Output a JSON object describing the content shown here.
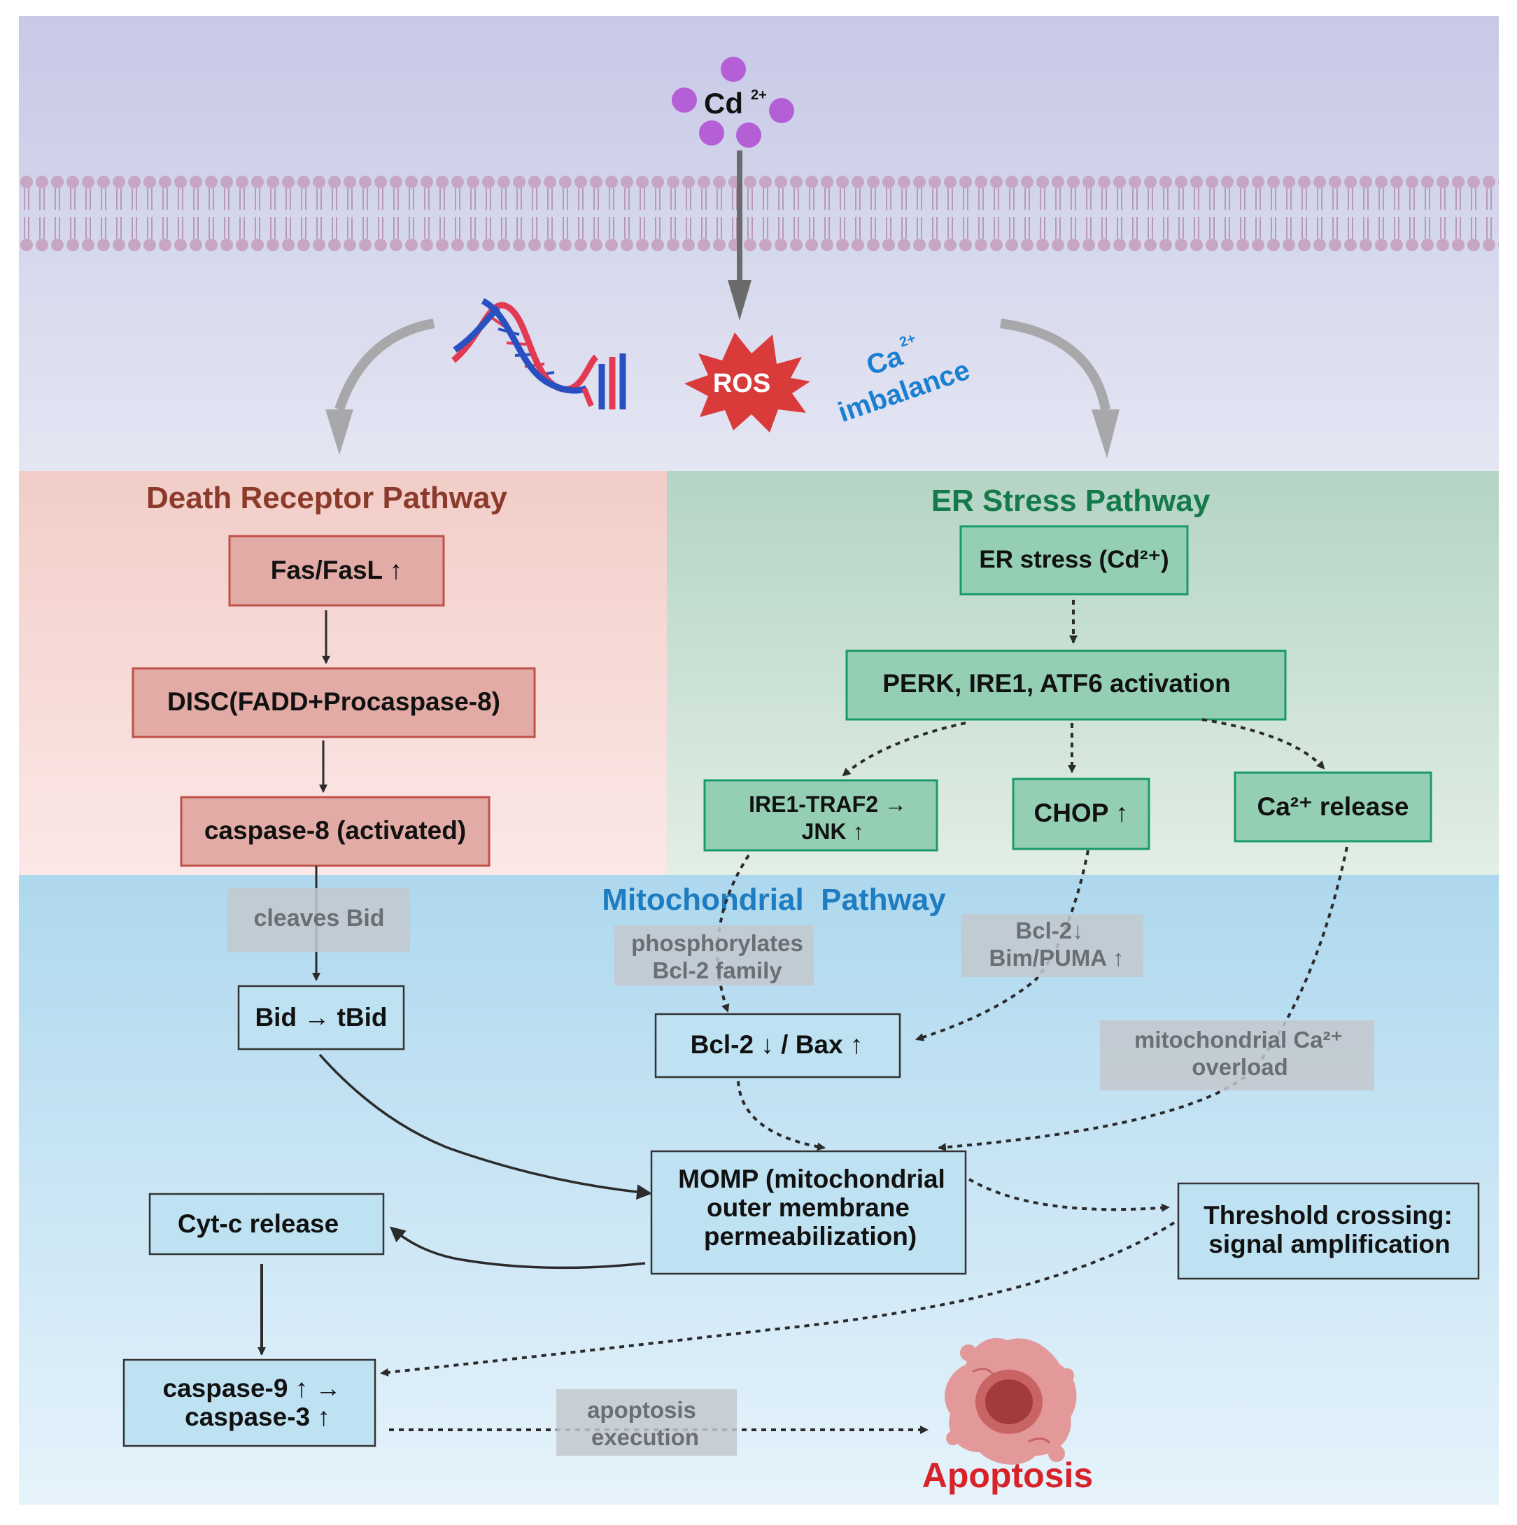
{
  "extracellular": {
    "cd_label": "Cd",
    "cd_sup": "2+",
    "ros_label": "ROS",
    "ca_label": "Ca",
    "ca_sup": "2+",
    "imbalance_label": "imbalance"
  },
  "death_receptor": {
    "title": "Death Receptor Pathway",
    "fas": "Fas/FasL ↑",
    "disc": "DISC(FADD+Procaspase-8)",
    "caspase8": "caspase-8 (activated)"
  },
  "er_stress": {
    "title": "ER Stress Pathway",
    "er_stress_box": "ER stress (Cd²⁺)",
    "activation": "PERK, IRE1, ATF6 activation",
    "ire1_line1": "IRE1-TRAF2 →",
    "ire1_line2": "JNK ↑",
    "chop": "CHOP ↑",
    "ca_release": "Ca²⁺ release"
  },
  "mitochondrial": {
    "title": "Mitochondrial  Pathway",
    "cleaves_bid": "cleaves Bid",
    "bid_tbid": "Bid → tBid",
    "phos_line1": "phosphorylates",
    "phos_line2": "Bcl-2 family",
    "bcl2_line1": "Bcl-2↓",
    "bcl2_line2": "Bim/PUMA ↑",
    "bcl2_bax": "Bcl-2 ↓ / Bax ↑",
    "mito_ca_line1": "mitochondrial Ca²⁺",
    "mito_ca_line2": "overload",
    "momp_line1": "MOMP (mitochondrial",
    "momp_line2": "outer membrane",
    "momp_line3": "permeabilization)",
    "cytc": "Cyt-c release",
    "threshold_line1": "Threshold crossing:",
    "threshold_line2": "signal amplification",
    "casp9_line1": "caspase-9 ↑ →",
    "casp9_line2": "caspase-3 ↑",
    "exec_line1": "apoptosis",
    "exec_line2": "execution",
    "apoptosis": "Apoptosis"
  },
  "colors": {
    "death_title": "#8b3a2b",
    "er_title": "#157a4a",
    "mito_title": "#1e7cc0",
    "ca_imbalance": "#1a7fd1",
    "apoptosis": "#d8222a",
    "cd_ion": "#b55fd6",
    "ros": "#d93a3a"
  }
}
